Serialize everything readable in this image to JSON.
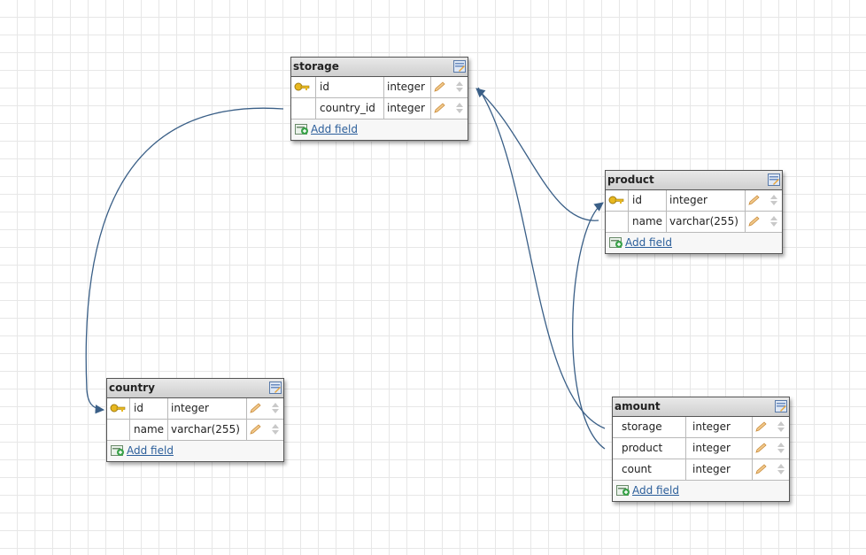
{
  "tables": [
    {
      "id": "storage",
      "title": "storage",
      "fields": [
        {
          "name": "id",
          "type": "integer",
          "primary_key": true
        },
        {
          "name": "country_id",
          "type": "integer",
          "primary_key": false
        }
      ],
      "add_field_label": "Add field"
    },
    {
      "id": "product",
      "title": "product",
      "fields": [
        {
          "name": "id",
          "type": "integer",
          "primary_key": true
        },
        {
          "name": "name",
          "type": "varchar(255)",
          "primary_key": false
        }
      ],
      "add_field_label": "Add field"
    },
    {
      "id": "country",
      "title": "country",
      "fields": [
        {
          "name": "id",
          "type": "integer",
          "primary_key": true
        },
        {
          "name": "name",
          "type": "varchar(255)",
          "primary_key": false
        }
      ],
      "add_field_label": "Add field"
    },
    {
      "id": "amount",
      "title": "amount",
      "fields": [
        {
          "name": "storage",
          "type": "integer",
          "primary_key": false
        },
        {
          "name": "product",
          "type": "integer",
          "primary_key": false
        },
        {
          "name": "count",
          "type": "integer",
          "primary_key": false
        }
      ],
      "add_field_label": "Add field"
    }
  ],
  "relations": [
    {
      "from": "storage.country_id",
      "to": "country.id"
    },
    {
      "from": "product.name",
      "to": "storage.id"
    },
    {
      "from": "amount.storage",
      "to": "storage.id"
    },
    {
      "from": "amount.product",
      "to": "product.id"
    }
  ],
  "colors": {
    "connector": "#3a5f87",
    "link": "#2b5e9a",
    "key": "#e8b820"
  },
  "icons": {
    "primary_key": "key-icon",
    "edit_table": "edit-table-icon",
    "edit_field": "pencil-icon",
    "reorder": "up-down-arrows-icon",
    "add_field": "add-field-icon"
  }
}
